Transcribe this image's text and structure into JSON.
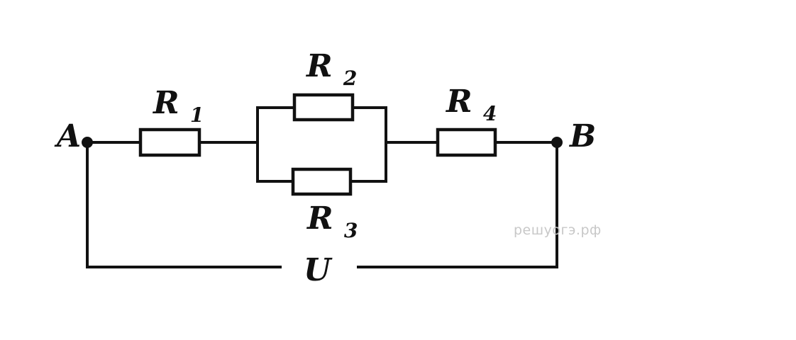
{
  "diagram": {
    "terminals": {
      "a": "A",
      "b": "B"
    },
    "resistors": {
      "r1": {
        "symbol": "R",
        "index": "1"
      },
      "r2": {
        "symbol": "R",
        "index": "2"
      },
      "r3": {
        "symbol": "R",
        "index": "3"
      },
      "r4": {
        "symbol": "R",
        "index": "4"
      }
    },
    "voltage": "U",
    "watermark": "решуогэ.рф",
    "colors": {
      "line": "#111111",
      "watermark": "#c8c8c8"
    }
  }
}
